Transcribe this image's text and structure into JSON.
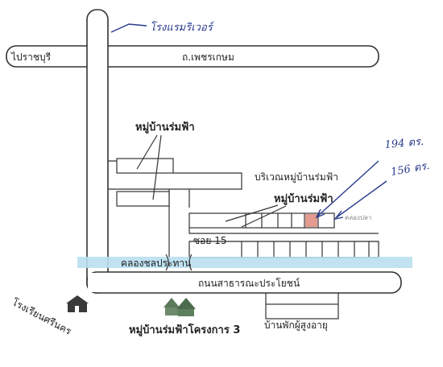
{
  "labels": {
    "hotel": "โรงแรมริเวอร์",
    "ratchaburi": "ไปราชบุรี",
    "phetkasem_road": "ถ.เพชรเกษม",
    "village_top": "หมู่บ้านร่มฟ้า",
    "village_area": "บริเวณหมู่บ้านร่มฟ้า",
    "village_mid": "หมู่บ้านร่มฟ้า",
    "soi": "ซอย 15",
    "canal": "คลองชลประทาน",
    "public_road": "ถนนสาธารณะประโยชน์",
    "school": "โรงเรียนศรีนคร",
    "village_project3": "หมู่บ้านร่มฟ้าโครงการ 3",
    "elder_home": "บ้านพักผู้สูงอายุ",
    "faint_note": "คลองปลา"
  },
  "handwritten": {
    "lot_a": "194 ตร.",
    "lot_b": "156 ตร."
  },
  "colors": {
    "canal": "#b9dff0",
    "highlight_lot": "#e39a8f",
    "ink_blue": "#2a3a8c"
  },
  "icons": {
    "school": "school-building-icon",
    "village_project3": "houses-icon"
  }
}
